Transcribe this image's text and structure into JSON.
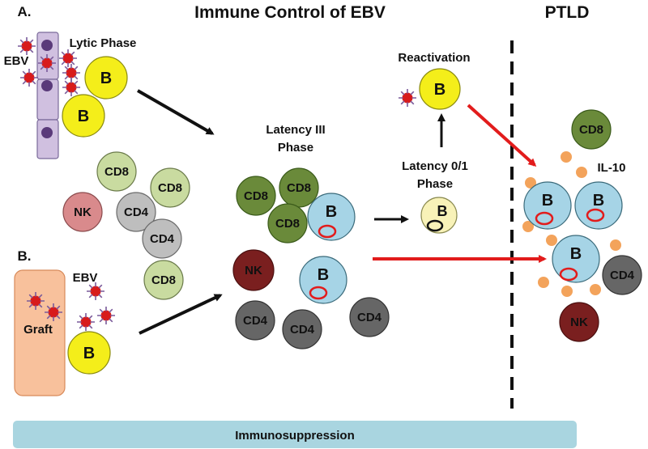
{
  "title": "Immune Control of EBV",
  "ptld_title": "PTLD",
  "panel_a": "A.",
  "panel_b": "B.",
  "lytic_phase": "Lytic Phase",
  "ebv": "EBV",
  "graft": "Graft",
  "latency3": [
    "Latency III",
    "Phase"
  ],
  "latency01": [
    "Latency 0/1",
    "Phase"
  ],
  "reactivation": "Reactivation",
  "il10": "IL-10",
  "immunosuppression": "Immunosuppression",
  "cells": {
    "b": "B",
    "cd8": "CD8",
    "cd4": "CD4",
    "nk": "NK"
  },
  "colors": {
    "b_lytic": "#f4ee1a",
    "b_latent": "#a6d4e6",
    "b_latency01": "#f8f2b8",
    "cd8_light": "#c9dba0",
    "cd8_dark": "#6a8a3a",
    "cd4_light": "#bebebe",
    "cd4_dark": "#666666",
    "nk_light": "#d98a8c",
    "nk_dark": "#7a1f1f",
    "il10_dot": "#f3a35b",
    "graft": "#f8c19c",
    "epithelium": "#d0c0e0",
    "virus": "#d81b1b",
    "red_arrow": "#e21c1c",
    "bar": "#a9d5e0"
  }
}
